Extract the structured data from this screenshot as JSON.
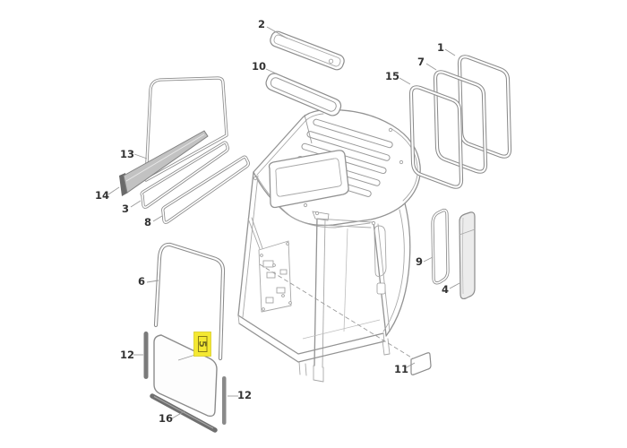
{
  "diagram": {
    "description": "Exploded parts diagram of an excavator cab: glass panels, window frames and seal strips arranged around a wireframe cab body",
    "colors": {
      "background": "#ffffff",
      "line": "#8c8c8c",
      "highlight": "#f4e832",
      "highlight_text": "#6f6a1e",
      "dark_strip": "#6f6f6f",
      "label_text": "#333333"
    },
    "labels": [
      {
        "part": "roof-glass",
        "text": "2"
      },
      {
        "part": "roof-seal-ring",
        "text": "10"
      },
      {
        "part": "door-window-outer",
        "text": "1"
      },
      {
        "part": "door-window-middle",
        "text": "7"
      },
      {
        "part": "door-window-inner",
        "text": "15"
      },
      {
        "part": "side-window-glass",
        "text": "13"
      },
      {
        "part": "glass-run-channel",
        "text": "14"
      },
      {
        "part": "seal-strip-upper",
        "text": "3"
      },
      {
        "part": "seal-strip-lower",
        "text": "8"
      },
      {
        "part": "front-window-frame",
        "text": "6"
      },
      {
        "part": "side-strip-left",
        "text": "12"
      },
      {
        "part": "front-lower-glass",
        "text": "5",
        "highlighted": true
      },
      {
        "part": "bottom-strip",
        "text": "16"
      },
      {
        "part": "side-strip-right",
        "text": "12"
      },
      {
        "part": "quarter-window-seal",
        "text": "9"
      },
      {
        "part": "quarter-window-glass",
        "text": "4"
      },
      {
        "part": "cover-plate",
        "text": "11"
      }
    ]
  }
}
